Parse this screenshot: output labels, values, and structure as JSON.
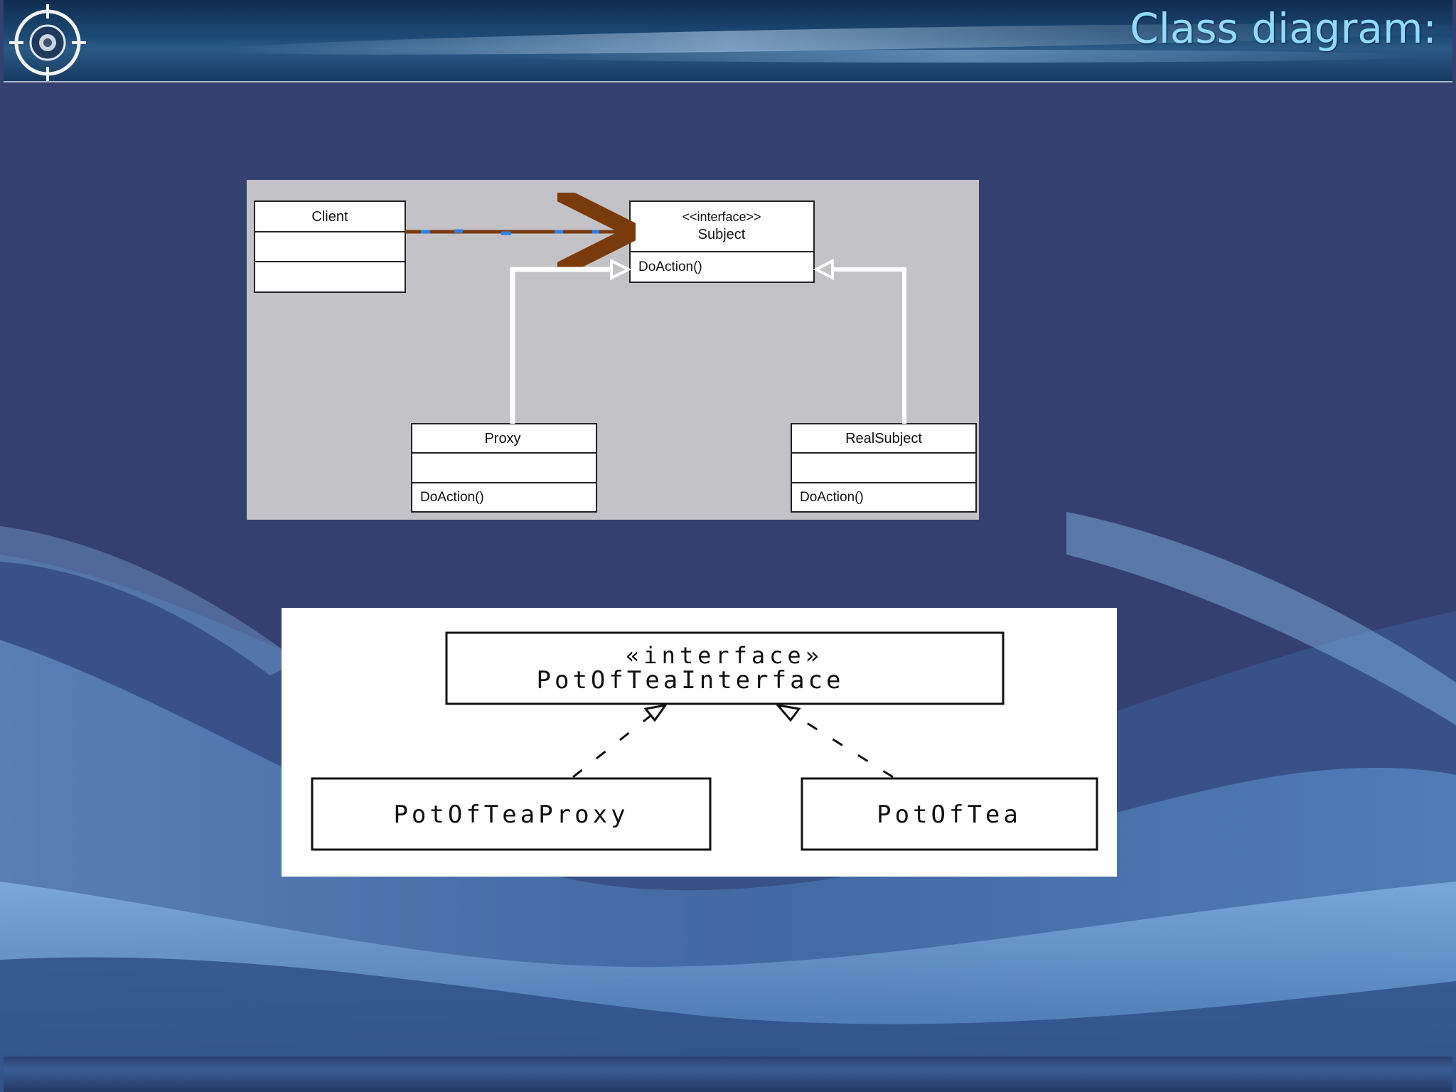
{
  "header": {
    "title": "Class diagram:"
  },
  "diagram1": {
    "client": {
      "name": "Client"
    },
    "subject": {
      "stereotype": "<<interface>>",
      "name": "Subject",
      "method": "DoAction()"
    },
    "proxy": {
      "name": "Proxy",
      "method": "DoAction()"
    },
    "realsubject": {
      "name": "RealSubject",
      "method": "DoAction()"
    }
  },
  "diagram2": {
    "interface": {
      "stereotype": "«interface»",
      "name": "PotOfTeaInterface"
    },
    "proxy": {
      "name": "PotOfTeaProxy"
    },
    "real": {
      "name": "PotOfTea"
    }
  },
  "colors": {
    "background": "#34406f",
    "title": "#8fdcff",
    "association_arrow": "#7a3b0c",
    "dash_marks": "#2f7fe0",
    "diagram1_bg": "#c3c2c6"
  },
  "icons": {
    "logo": "crosshair-orb-icon"
  }
}
